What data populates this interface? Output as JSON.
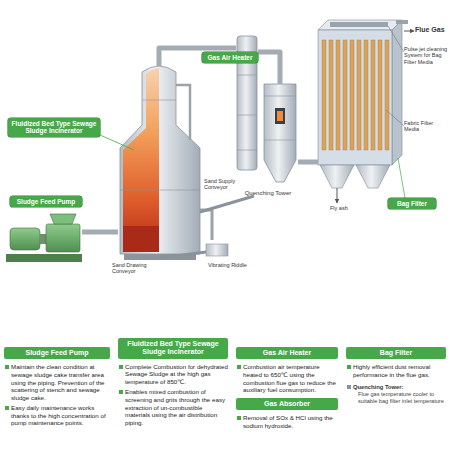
{
  "diagram": {
    "nodes": [
      {
        "text": [
          "Fluidized Bed Type Sewage Sludge Incinerator"
        ]
      },
      {
        "text": [
          "Gas Air Heater"
        ]
      },
      {
        "text": [
          "Quenching Tower"
        ]
      },
      {
        "text": [
          "Bag Filter"
        ]
      },
      {
        "text": [
          "Sludge Feed Pump"
        ]
      },
      {
        "text": [
          "Sludge Feed Pump",
          "Maintain the clean condition at sewage sludge cake transfer area using the piping. Prevention of the scattering of stench and sewage sludge cake.",
          "Easy daily maintenance works thanks to the high concentration of pump maintenance points."
        ]
      },
      {
        "text": [
          "Fluidized Bed Type Sewage Sludge Incinerator",
          "Complete Combustion for dehydrated Sewage Sludge at the high gas temperature of 850℃.",
          "Enables mixed combustion of screening and grits through the easy extraction of un-combustible materials using the air distribution piping."
        ]
      },
      {
        "text": [
          "Gas Air Heater",
          "Combustion air temperature heated to 650℃ using the combustion flue gas to reduce the auxiliary fuel consumption.",
          "Gas Absorber",
          "Removal of SOx & HCl using the sodium hydroxide."
        ]
      },
      {
        "text": [
          "Bag Filter",
          "Highly efficient dust removal performance in the flue gas.",
          "Quenching Tower:",
          "Flue gas temperature cooler to suitable bag filter inlet temperature"
        ]
      }
    ],
    "edges": [
      {
        "from": 4,
        "to": 0,
        "arrow": "none"
      },
      {
        "from": 0,
        "to": 1,
        "arrow": "none"
      },
      {
        "from": 1,
        "to": 2,
        "arrow": "none"
      },
      {
        "from": 2,
        "to": 3,
        "arrow": "none"
      }
    ],
    "labels": [
      "Flue Gas",
      "Pulse jet cleaning System for Bag Filter Media",
      "Fabric Filter Media",
      "Fly ash",
      "Sand Supply Conveyor",
      "Sand Drawing Conveyor",
      "Vibrating Riddle"
    ]
  }
}
